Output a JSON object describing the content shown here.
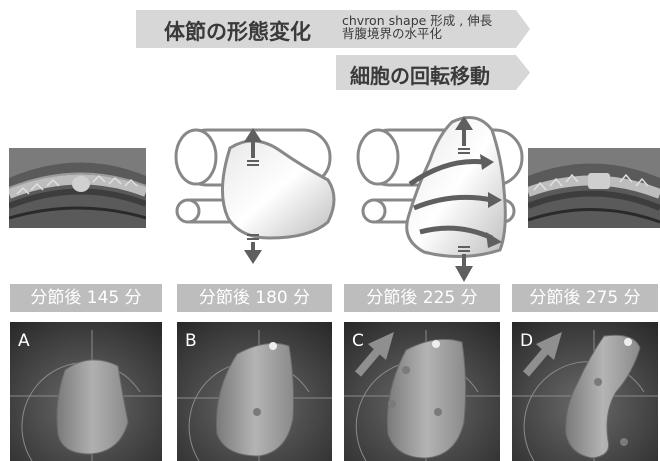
{
  "banner_top": {
    "title": "体節の形態変化",
    "subtitle_line1": "chvron shape 形成 , 伸長",
    "subtitle_line2": "背腹境界の水平化"
  },
  "banner_second": {
    "title": "細胞の回転移動"
  },
  "stages": [
    {
      "label": "分節後 145 分",
      "letter": "A"
    },
    {
      "label": "分節後 180 分",
      "letter": "B"
    },
    {
      "label": "分節後 225 分",
      "letter": "C"
    },
    {
      "label": "分節後 275 分",
      "letter": "D"
    }
  ],
  "colors": {
    "banner_fill": "#d7d7d7",
    "stage_label_fill": "#bdbdbd",
    "shape_outline": "#888888",
    "arrow": "#5f5f5f",
    "panel_arrow": "#8f8f8f",
    "somite_render": "#9a9a9a"
  }
}
